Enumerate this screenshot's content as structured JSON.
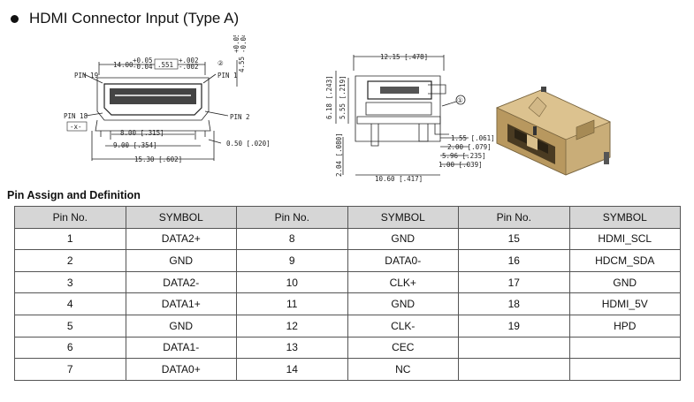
{
  "heading": "HDMI Connector Input (Type A)",
  "drawings": {
    "front_view": {
      "pin19": "PIN 19",
      "pin1": "PIN 1",
      "pin18": "PIN 18",
      "pin2": "PIN 2",
      "x_box": "-x-",
      "callout": "②",
      "dim_top": "14.00",
      "dim_top_tol_plus": "+0.05",
      "dim_top_tol_minus": "-0.04",
      "dim_top_in": ".551",
      "dim_top_in_tol_plus": "+.002",
      "dim_top_in_tol_minus": "-.002",
      "dim_side": "4.55",
      "dim_side_tol_plus": "+0.05",
      "dim_side_tol_minus": "-0.04",
      "dim_inner": "8.00 [.315]",
      "dim_mid": "9.00 [.354]",
      "dim_overall": "15.30 [.602]",
      "dim_pitch": "0.50 [.020]"
    },
    "side_view": {
      "callout": "①",
      "dim_top": "12.15 [.478]",
      "dim_h1": "6.18 [.243]",
      "dim_h2": "5.55 [.219]",
      "dim_h3": "2.04 [.080]",
      "dim_r1": "1.55 [.061]",
      "dim_r2": "2.00 [.079]",
      "dim_r3": "5.96 [.235]",
      "dim_r4": "1.00 [.039]",
      "dim_bottom": "10.60 [.417]"
    },
    "photo_icon": "hdmi-connector-photo"
  },
  "section_title": "Pin Assign and Definition",
  "table": {
    "headers": [
      "Pin No.",
      "SYMBOL",
      "Pin No.",
      "SYMBOL",
      "Pin No.",
      "SYMBOL"
    ],
    "rows": [
      [
        "1",
        "DATA2+",
        "8",
        "GND",
        "15",
        "HDMI_SCL"
      ],
      [
        "2",
        "GND",
        "9",
        "DATA0-",
        "16",
        "HDCM_SDA"
      ],
      [
        "3",
        "DATA2-",
        "10",
        "CLK+",
        "17",
        "GND"
      ],
      [
        "4",
        "DATA1+",
        "11",
        "GND",
        "18",
        "HDMI_5V"
      ],
      [
        "5",
        "GND",
        "12",
        "CLK-",
        "19",
        "HPD"
      ],
      [
        "6",
        "DATA1-",
        "13",
        "CEC",
        "",
        ""
      ],
      [
        "7",
        "DATA0+",
        "14",
        "NC",
        "",
        ""
      ]
    ]
  }
}
